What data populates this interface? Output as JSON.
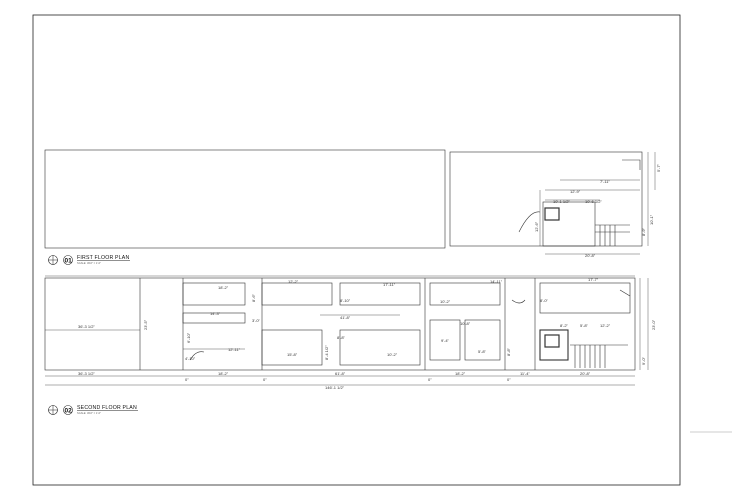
{
  "plans": {
    "first": {
      "number": "01",
      "title": "FIRST FLOOR PLAN",
      "scale": "SCALE: 3/16\" = 1'-0\"",
      "dims": [
        "5'-7\"",
        "7'-11\"",
        "12'-9\"",
        "10'-1 1/2\"",
        "10'-6 1/2\"",
        "12'-6\"",
        "10'-1\"",
        "8'-9\"",
        "20'-8\""
      ]
    },
    "second": {
      "number": "02",
      "title": "SECOND FLOOR PLAN",
      "scale": "SCALE: 3/16\" = 1'-0\"",
      "dims": {
        "overall_width": "36'-3 1/2\"",
        "overall_height": "23'-5\"",
        "bottom_a": "36'-3 1/2\"",
        "bottom_b": "18'-2\"",
        "bottom_c": "61'-8\"",
        "bottom_d": "18'-2\"",
        "bottom_e": "11'-4\"",
        "bottom_f": "20'-8\"",
        "overall_length": "146'-1 1/2\"",
        "right_a": "23'-0\"",
        "right_b": "9'-0\"",
        "room_labels": [
          "18'-2\"",
          "12'-2\"",
          "17'-11\"",
          "14'-11\"",
          "17'-7\"",
          "10'-2\"",
          "14'-3\"",
          "8'-10\"",
          "10'-8\"",
          "8'-0\"",
          "12'-2\"",
          "12'-11\"",
          "41'-8\"",
          "8'-8\"",
          "15'-8\"",
          "10'-2\"",
          "9'-4\"",
          "8'-2\"",
          "6'-10\"",
          "4'-10\"",
          "3'-0\"",
          "8'-6\"",
          "8'-4 1/2\"",
          "5'-8\"",
          "8'-8\"",
          "5'-8\""
        ],
        "markers": [
          "0\"",
          "0\"",
          "0\"",
          "0\""
        ]
      }
    }
  }
}
